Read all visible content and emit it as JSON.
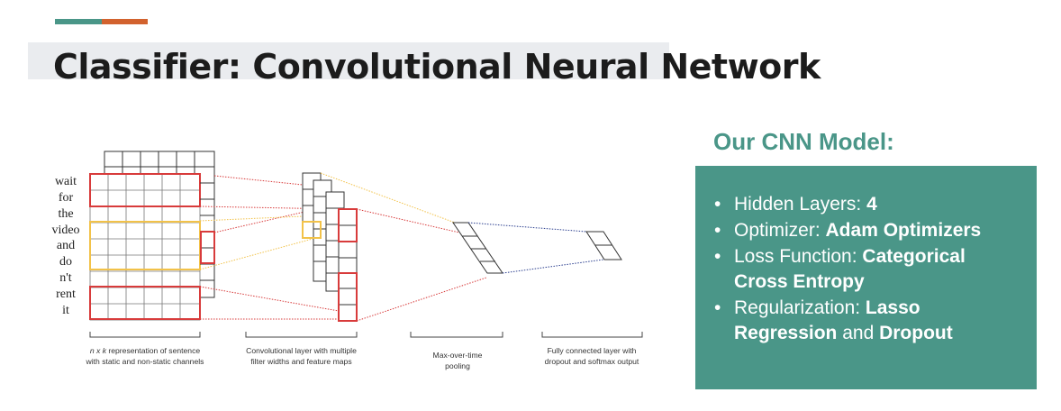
{
  "slide": {
    "title": "Classifier: Convolutional Neural Network"
  },
  "diagram": {
    "sentence_words": [
      "wait",
      "for",
      "the",
      "video",
      "and",
      "do",
      "n't",
      "rent",
      "it"
    ],
    "captions": [
      {
        "italic_prefix": "n x k",
        "rest": " representation of sentence with static and non-static channels"
      },
      {
        "italic_prefix": "",
        "rest": "Convolutional layer with multiple filter widths and feature maps"
      },
      {
        "italic_prefix": "",
        "rest": "Max-over-time pooling"
      },
      {
        "italic_prefix": "",
        "rest": "Fully connected layer with dropout and softmax output"
      }
    ],
    "colors": {
      "highlight_red": "#d83b3b",
      "highlight_yellow": "#f2c249",
      "output_blue": "#2b3f8f",
      "grid_gray": "#666666"
    }
  },
  "model": {
    "heading": "Our CNN Model:",
    "items": [
      {
        "label": "Hidden Layers: ",
        "value": "4"
      },
      {
        "label": "Optimizer: ",
        "value": "Adam Optimizers"
      },
      {
        "label": "Loss Function: ",
        "value": "Categorical Cross Entropy"
      },
      {
        "label": "Regularization: ",
        "value": "Lasso Regression",
        "joiner": " and ",
        "value2": "Dropout"
      }
    ],
    "colors": {
      "accent": "#4a9688",
      "box_text": "#ffffff"
    }
  }
}
